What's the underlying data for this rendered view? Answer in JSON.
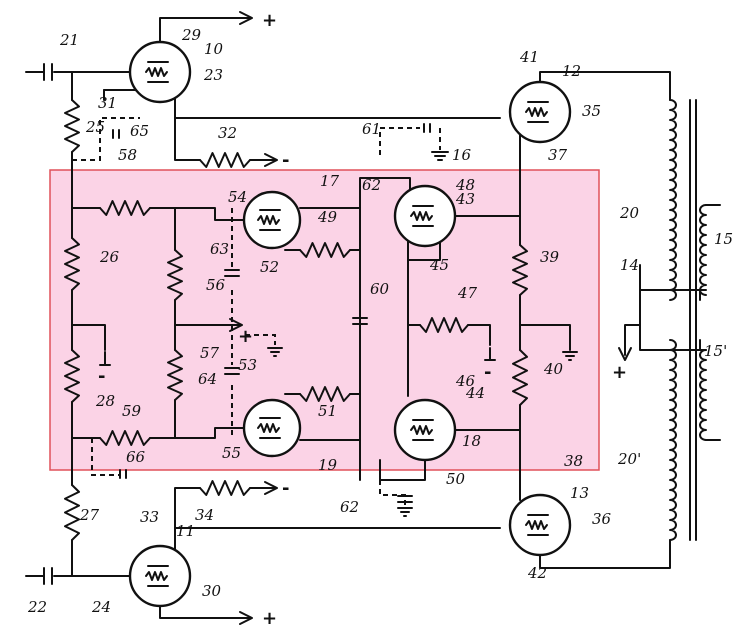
{
  "colors": {
    "highlight_fill": "#fbd3e6",
    "highlight_stroke": "#e0505a",
    "ink": "#111111"
  },
  "highlight": {
    "name": "highlighted-region"
  },
  "labels": [
    "21",
    "29",
    "10",
    "23",
    "31",
    "25",
    "65",
    "32",
    "22",
    "24",
    "30",
    "33",
    "11",
    "27",
    "34",
    "66",
    "59",
    "58",
    "26",
    "28",
    "17",
    "54",
    "49",
    "52",
    "63",
    "56",
    "62",
    "57",
    "64",
    "53",
    "51",
    "55",
    "19",
    "60",
    "61",
    "16",
    "48",
    "43",
    "45",
    "47",
    "46",
    "44",
    "18",
    "50",
    "41",
    "12",
    "35",
    "37",
    "39",
    "40",
    "38",
    "13",
    "36",
    "42",
    "20",
    "14",
    "15",
    "15'",
    "20'",
    "62"
  ],
  "symbols": {
    "plus": "+",
    "minus": "-"
  }
}
